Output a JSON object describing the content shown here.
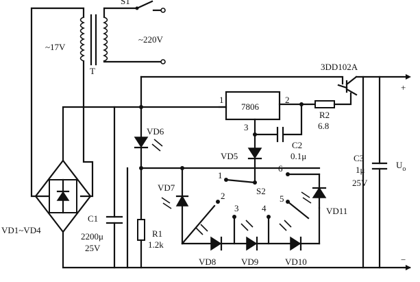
{
  "labels": {
    "s1": "S1",
    "v17": "~17V",
    "v220": "~220V",
    "t": "T",
    "q": "3DD102A",
    "plus": "+",
    "minus": "−",
    "reg": "7806",
    "pin1": "1",
    "pin2": "2",
    "pin3": "3",
    "r2": "R2",
    "r2v": "6.8",
    "c2": "C2",
    "c2v": "0.1μ",
    "vd6": "VD6",
    "vd5": "VD5",
    "s2": "S2",
    "vd7": "VD7",
    "vd11": "VD11",
    "c3": "C3",
    "c3v": "1μ",
    "c3vv": "25V",
    "uo": "U",
    "uo_sub": "o",
    "bridge": "VD1~VD4",
    "c1": "C1",
    "c1v": "2200μ",
    "c1vv": "25V",
    "r1": "R1",
    "r1v": "1.2k",
    "vd8": "VD8",
    "vd9": "VD9",
    "vd10": "VD10",
    "p1": "1",
    "p2": "2",
    "p3": "3",
    "p4": "4",
    "p5": "5",
    "p6": "6"
  }
}
